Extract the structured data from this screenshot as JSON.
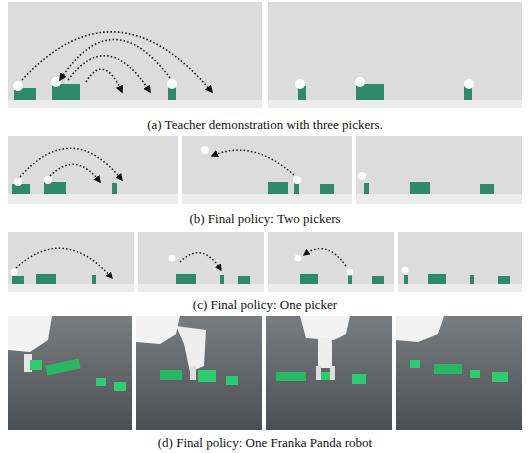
{
  "diagram": {
    "labels": [
      "(a) Teacher demonstration with three pickers.",
      "(b) Final policy: Two pickers",
      "(c) Final policy: One picker",
      "(d) Final policy: One Franka Panda robot"
    ]
  }
}
